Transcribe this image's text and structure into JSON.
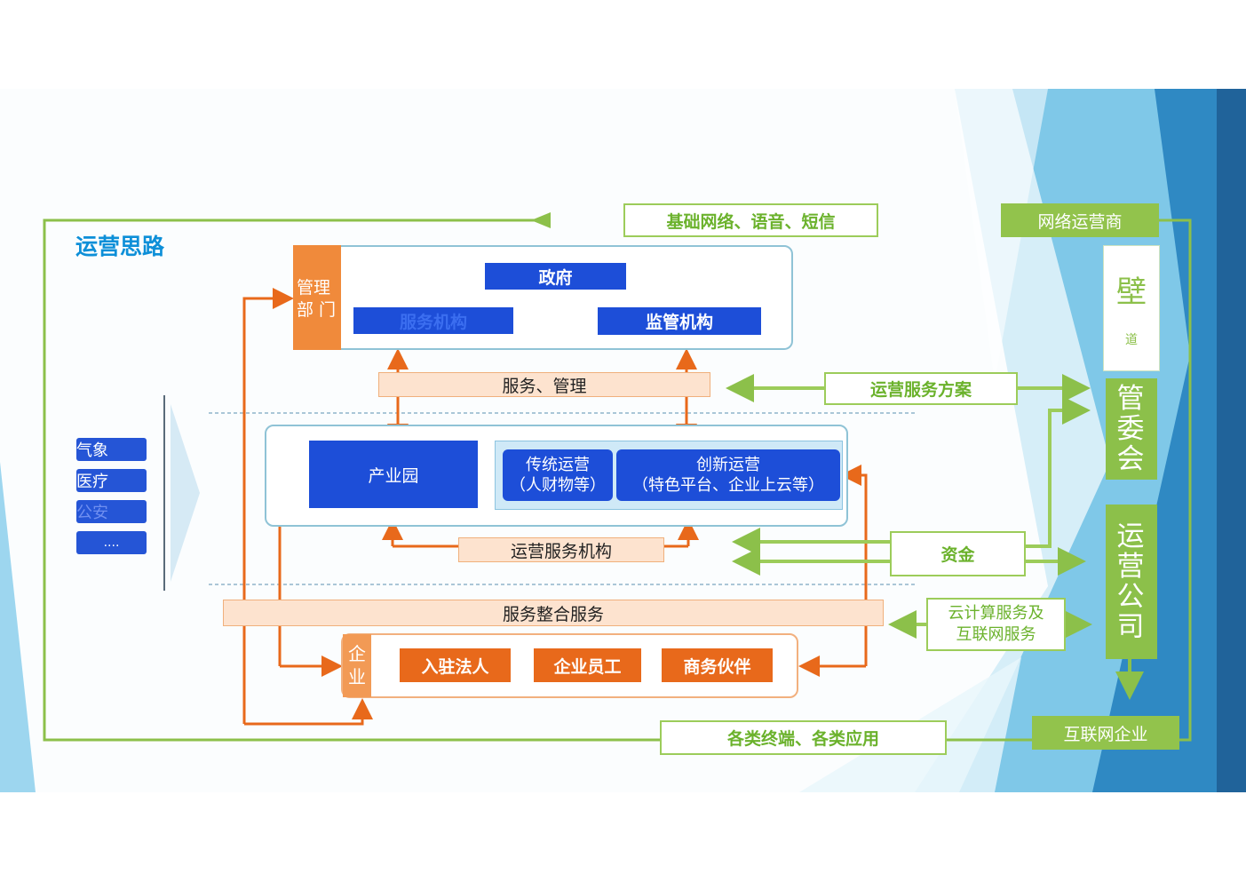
{
  "title": "运营思路",
  "colors": {
    "green": "#8cc04a",
    "blue": "#1d4ed8",
    "orange": "#e8691b",
    "peach": "#fde3cf",
    "title_blue": "#0d8fd8"
  },
  "top_bar": {
    "label": "基础网络、语音、短信",
    "operator": "网络运营商"
  },
  "bottom_bar": {
    "label": "各类终端、各类应用",
    "internet": "互联网企业"
  },
  "right_column": {
    "bidao_big": "壁",
    "bidao_small": "道",
    "committee": "管委会",
    "company": "运营公司"
  },
  "mgmt": {
    "dept": "管理\n部 门",
    "gov": "政府",
    "service_org": "服务机构",
    "regulator": "监管机构"
  },
  "service_manage": "服务、管理",
  "ops_plan": "运营服务方案",
  "park": "产业园",
  "traditional": {
    "line1": "传统运营",
    "line2": "（人财物等）"
  },
  "innovative": {
    "line1": "创新运营",
    "line2": "（特色平台、企业上云等）"
  },
  "ops_org": "运营服务机构",
  "funds": "资金",
  "cloud": {
    "line1": "云计算服务及",
    "line2": "互联网服务"
  },
  "integration": "服务整合服务",
  "enterprise": {
    "label": "企\n业",
    "members": [
      "入驻法人",
      "企业员工",
      "商务伙伴"
    ]
  },
  "sectors": [
    "气象",
    "医疗",
    "公安",
    "...."
  ]
}
